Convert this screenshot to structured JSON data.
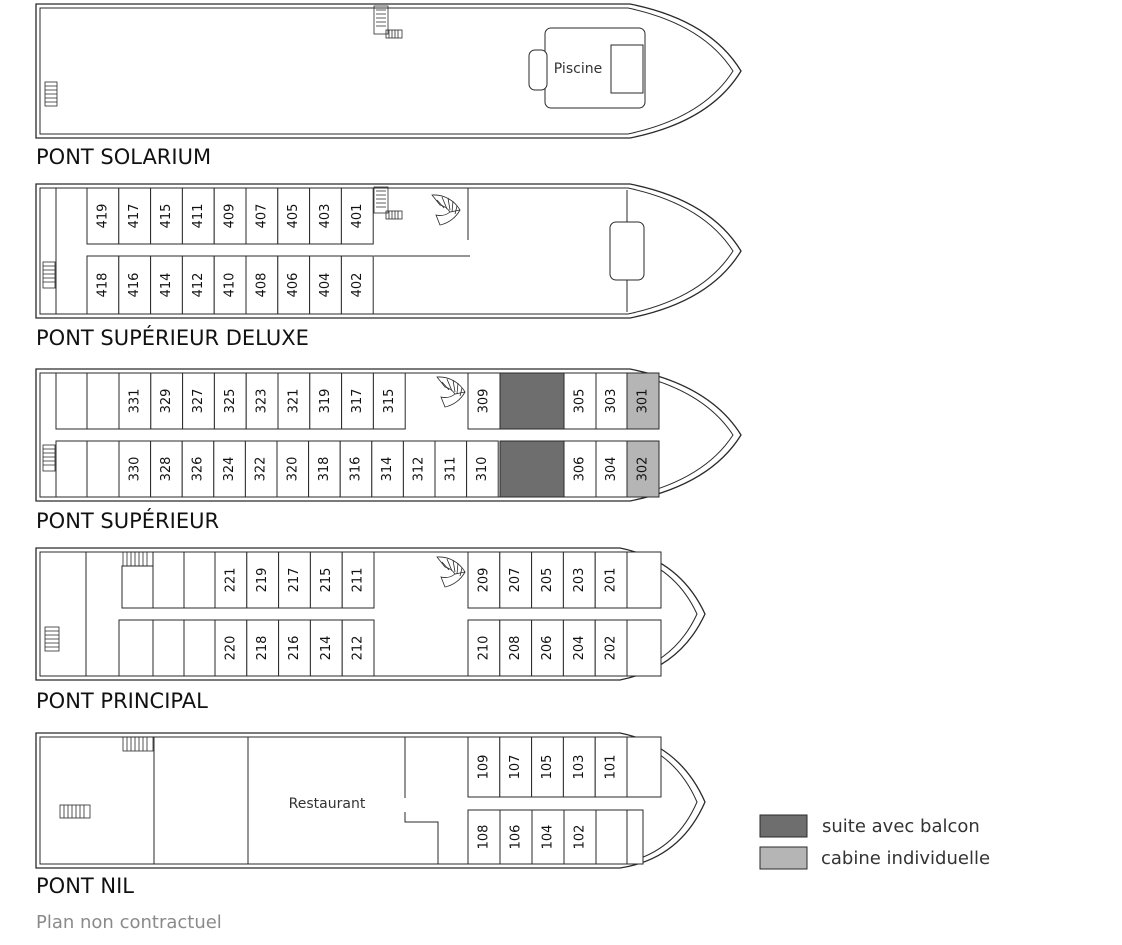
{
  "colors": {
    "suite": "#6e6e6e",
    "single": "#b5b5b5",
    "line": "#2a2a2a"
  },
  "decks": {
    "solarium": {
      "title": "PONT SOLARIUM",
      "pool_label": "Piscine"
    },
    "superieur_deluxe": {
      "title": "PONT SUPÉRIEUR DELUXE",
      "top_row": [
        "419",
        "417",
        "415",
        "411",
        "409",
        "407",
        "405",
        "403",
        "401"
      ],
      "bottom_row": [
        "418",
        "416",
        "414",
        "412",
        "410",
        "408",
        "406",
        "404",
        "402"
      ]
    },
    "superieur": {
      "title": "PONT SUPÉRIEUR",
      "top_row": [
        "331",
        "329",
        "327",
        "325",
        "323",
        "321",
        "319",
        "317",
        "315",
        "309",
        "305",
        "303",
        "301"
      ],
      "bottom_row": [
        "330",
        "328",
        "326",
        "324",
        "322",
        "320",
        "318",
        "316",
        "314",
        "312",
        "311",
        "310",
        "306",
        "304",
        "302"
      ]
    },
    "principal": {
      "title": "PONT PRINCIPAL",
      "top_row": [
        "221",
        "219",
        "217",
        "215",
        "211",
        "209",
        "207",
        "205",
        "203",
        "201"
      ],
      "bottom_row": [
        "220",
        "218",
        "216",
        "214",
        "212",
        "210",
        "208",
        "206",
        "204",
        "202"
      ]
    },
    "nil": {
      "title": "PONT NIL",
      "restaurant_label": "Restaurant",
      "top_row": [
        "109",
        "107",
        "105",
        "103",
        "101"
      ],
      "bottom_row": [
        "108",
        "106",
        "104",
        "102"
      ]
    }
  },
  "legend": {
    "items": [
      {
        "label": "suite avec balcon",
        "color": "#6e6e6e"
      },
      {
        "label": "cabine individuelle",
        "color": "#b5b5b5"
      }
    ]
  },
  "note": "Plan non contractuel"
}
